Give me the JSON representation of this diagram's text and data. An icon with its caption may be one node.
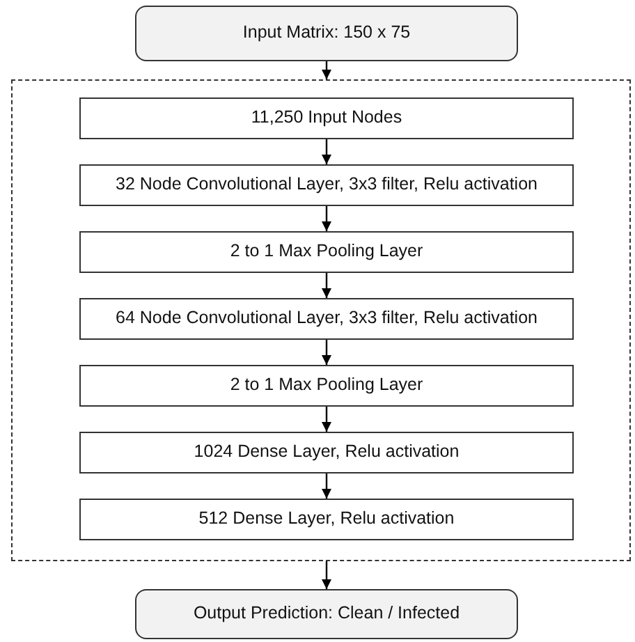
{
  "diagram": {
    "nodes": [
      {
        "text": [
          "Input Matrix: 150 x 75"
        ]
      },
      {
        "text": [],
        "shape": "box"
      },
      {
        "text": [
          "11,250 Input Nodes"
        ],
        "in": 1
      },
      {
        "text": [
          "32 Node Convolutional Layer, 3x3 filter, Relu activation"
        ],
        "in": 1
      },
      {
        "text": [
          "2 to 1 Max Pooling Layer"
        ],
        "in": 1
      },
      {
        "text": [
          "64 Node Convolutional Layer, 3x3 filter, Relu activation"
        ],
        "in": 1
      },
      {
        "text": [
          "2 to 1 Max Pooling Layer"
        ],
        "in": 1
      },
      {
        "text": [
          "1024 Dense Layer, Relu activation"
        ],
        "in": 1
      },
      {
        "text": [
          "512 Dense Layer, Relu activation"
        ],
        "in": 1
      },
      {
        "text": [
          "Output Prediction: Clean / Infected"
        ]
      }
    ],
    "edges": [
      {
        "from": 0,
        "to": 1,
        "arrow": "to"
      },
      {
        "from": 2,
        "to": 3,
        "arrow": "to"
      },
      {
        "from": 3,
        "to": 4,
        "arrow": "to"
      },
      {
        "from": 4,
        "to": 5,
        "arrow": "to"
      },
      {
        "from": 5,
        "to": 6,
        "arrow": "to"
      },
      {
        "from": 6,
        "to": 7,
        "arrow": "to"
      },
      {
        "from": 7,
        "to": 8,
        "arrow": "to"
      },
      {
        "from": 1,
        "to": 9,
        "arrow": "to"
      }
    ]
  }
}
